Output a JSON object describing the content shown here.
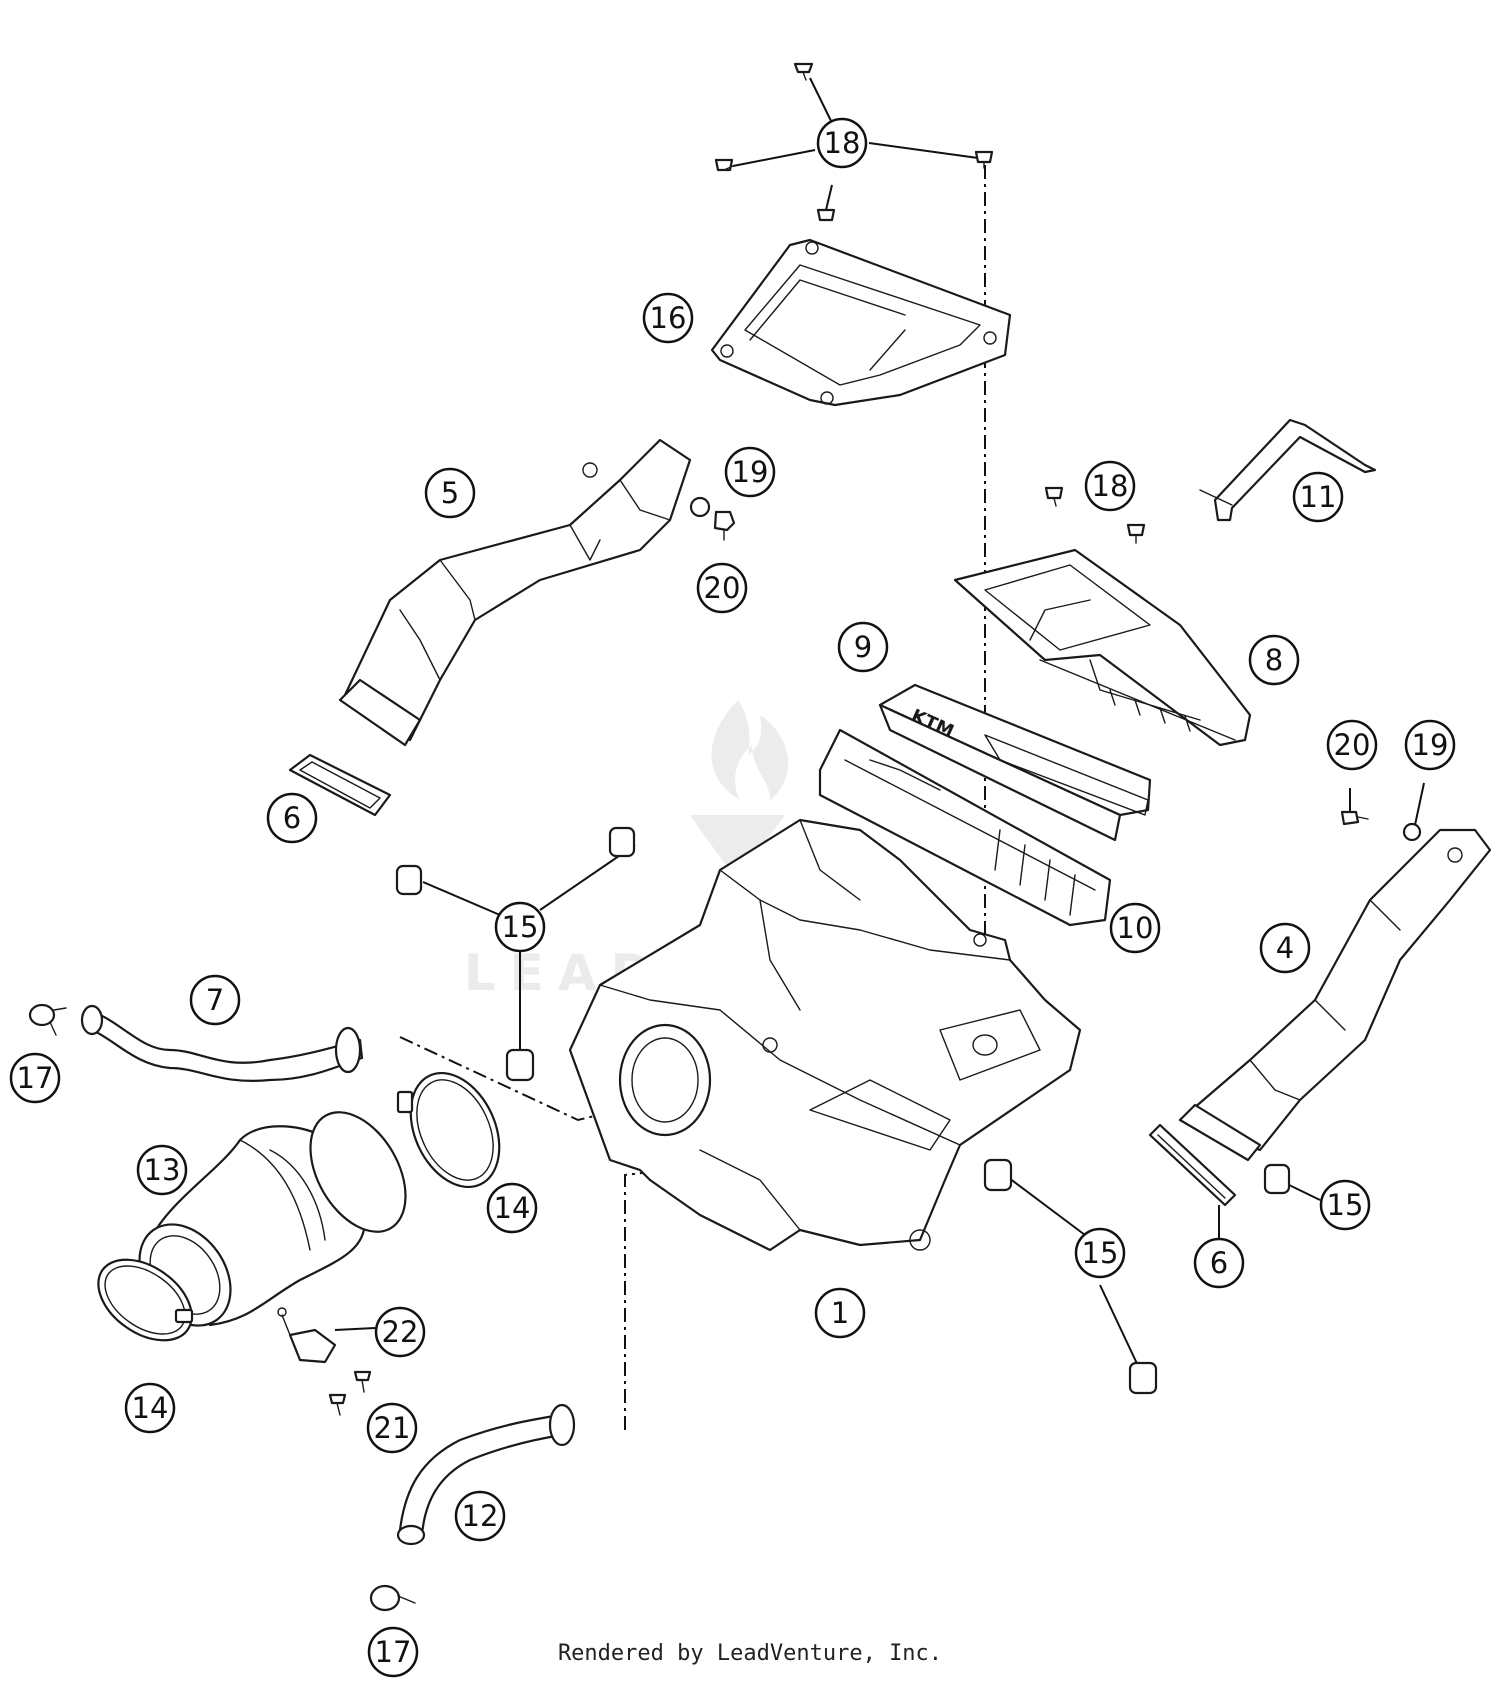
{
  "diagram": {
    "callouts": [
      {
        "id": "c1",
        "label": "1"
      },
      {
        "id": "c4",
        "label": "4"
      },
      {
        "id": "c5",
        "label": "5"
      },
      {
        "id": "c6a",
        "label": "6"
      },
      {
        "id": "c6b",
        "label": "6"
      },
      {
        "id": "c7",
        "label": "7"
      },
      {
        "id": "c8",
        "label": "8"
      },
      {
        "id": "c9",
        "label": "9"
      },
      {
        "id": "c10",
        "label": "10"
      },
      {
        "id": "c11",
        "label": "11"
      },
      {
        "id": "c12",
        "label": "12"
      },
      {
        "id": "c13",
        "label": "13"
      },
      {
        "id": "c14a",
        "label": "14"
      },
      {
        "id": "c14b",
        "label": "14"
      },
      {
        "id": "c15a",
        "label": "15"
      },
      {
        "id": "c15b",
        "label": "15"
      },
      {
        "id": "c15c",
        "label": "15"
      },
      {
        "id": "c16",
        "label": "16"
      },
      {
        "id": "c17a",
        "label": "17"
      },
      {
        "id": "c17b",
        "label": "17"
      },
      {
        "id": "c18a",
        "label": "18"
      },
      {
        "id": "c18b",
        "label": "18"
      },
      {
        "id": "c19a",
        "label": "19"
      },
      {
        "id": "c19b",
        "label": "19"
      },
      {
        "id": "c20a",
        "label": "20"
      },
      {
        "id": "c20b",
        "label": "20"
      },
      {
        "id": "c21",
        "label": "21"
      },
      {
        "id": "c22",
        "label": "22"
      }
    ],
    "filter_brand_text": "KTM",
    "watermark_text": "LEADVENTURE"
  },
  "footer": {
    "credit": "Rendered by LeadVenture, Inc."
  }
}
